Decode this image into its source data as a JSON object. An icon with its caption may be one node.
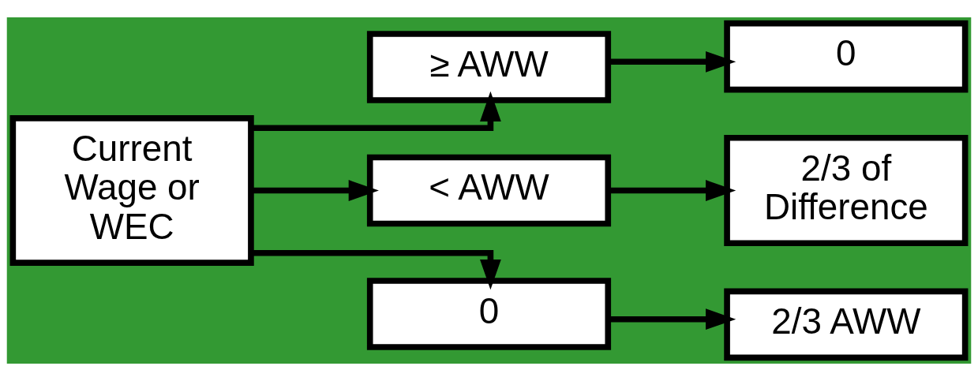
{
  "diagram": {
    "nodes": [
      {
        "text": [
          "Current Wage or WEC"
        ]
      },
      {
        "text": [
          "≥ AWW"
        ]
      },
      {
        "text": [
          "< AWW"
        ]
      },
      {
        "text": [
          "0"
        ]
      },
      {
        "text": [
          "0"
        ]
      },
      {
        "text": [
          "2/3 of Difference"
        ]
      },
      {
        "text": [
          "2/3 AWW"
        ]
      }
    ],
    "edges": [
      {
        "from": 0,
        "to": 1,
        "arrow": "to"
      },
      {
        "from": 0,
        "to": 2,
        "arrow": "to"
      },
      {
        "from": 0,
        "to": 3,
        "arrow": "to"
      },
      {
        "from": 1,
        "to": 4,
        "arrow": "to"
      },
      {
        "from": 2,
        "to": 5,
        "arrow": "to"
      },
      {
        "from": 3,
        "to": 6,
        "arrow": "to"
      }
    ]
  }
}
